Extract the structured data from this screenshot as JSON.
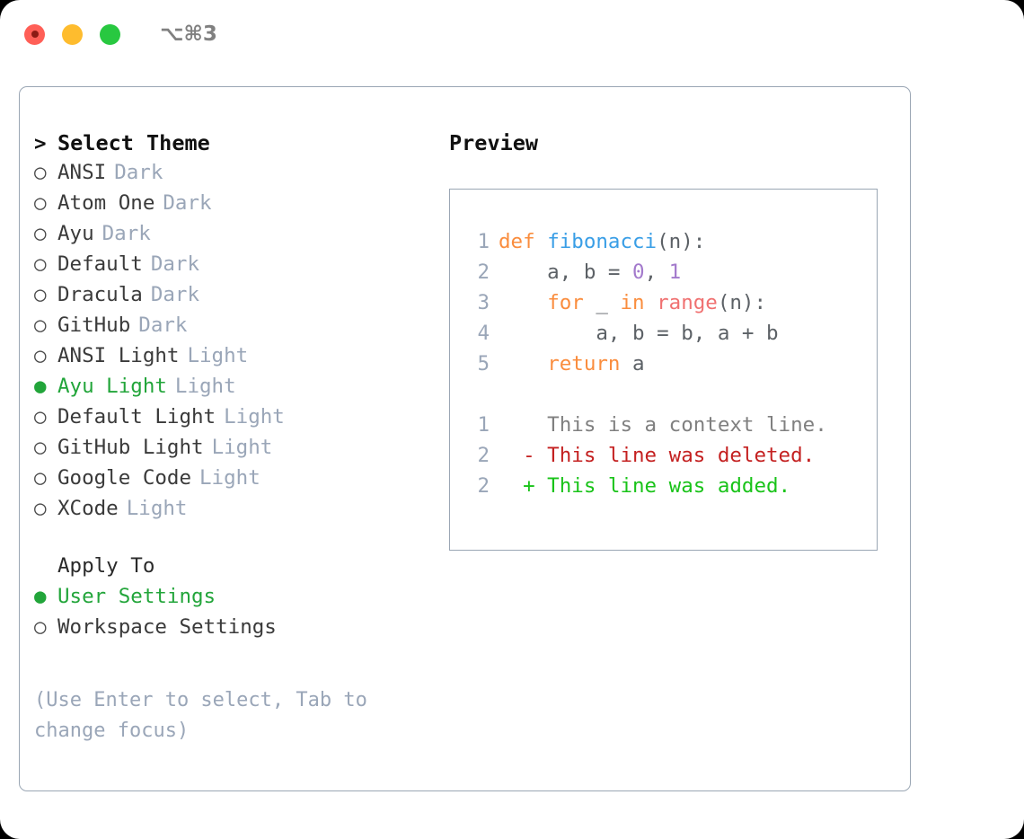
{
  "titlebar": {
    "shortcut": "⌥⌘3",
    "buttons": [
      {
        "name": "close",
        "color": "#ff5f57",
        "recording": true
      },
      {
        "name": "minimize",
        "color": "#febc2e",
        "recording": false
      },
      {
        "name": "zoom",
        "color": "#28c840",
        "recording": false
      }
    ]
  },
  "colors": {
    "selected_green": "#22a53a",
    "muted": "#9aa6b8",
    "border": "#9aa6b4",
    "keyword": "#fa8d3e",
    "function": "#399ee6",
    "number": "#a37acc",
    "builtin": "#f07171",
    "plain": "#5c6166",
    "diff_context": "#808080",
    "diff_deleted": "#c42121",
    "diff_added": "#19c319"
  },
  "theme_list": {
    "header_prefix": ">",
    "header": "Select Theme",
    "marker_selected": "●",
    "marker_unselected": "○",
    "items": [
      {
        "name": "ANSI",
        "kind": "Dark",
        "selected": false
      },
      {
        "name": "Atom One",
        "kind": "Dark",
        "selected": false
      },
      {
        "name": "Ayu",
        "kind": "Dark",
        "selected": false
      },
      {
        "name": "Default",
        "kind": "Dark",
        "selected": false
      },
      {
        "name": "Dracula",
        "kind": "Dark",
        "selected": false
      },
      {
        "name": "GitHub",
        "kind": "Dark",
        "selected": false
      },
      {
        "name": "ANSI Light",
        "kind": "Light",
        "selected": false
      },
      {
        "name": "Ayu Light",
        "kind": "Light",
        "selected": true
      },
      {
        "name": "Default Light",
        "kind": "Light",
        "selected": false
      },
      {
        "name": "GitHub Light",
        "kind": "Light",
        "selected": false
      },
      {
        "name": "Google Code",
        "kind": "Light",
        "selected": false
      },
      {
        "name": "XCode",
        "kind": "Light",
        "selected": false
      }
    ]
  },
  "apply_to": {
    "header": "Apply To",
    "items": [
      {
        "name": "User Settings",
        "selected": true
      },
      {
        "name": "Workspace Settings",
        "selected": false
      }
    ]
  },
  "hint": "(Use Enter to select, Tab to change focus)",
  "preview": {
    "header": "Preview",
    "code_lines": [
      {
        "lineno": "1",
        "tokens": [
          {
            "text": "def ",
            "type": "kw"
          },
          {
            "text": "fibonacci",
            "type": "fn"
          },
          {
            "text": "(n):",
            "type": "plain"
          }
        ]
      },
      {
        "lineno": "2",
        "tokens": [
          {
            "text": "    a, b = ",
            "type": "plain"
          },
          {
            "text": "0",
            "type": "num"
          },
          {
            "text": ", ",
            "type": "plain"
          },
          {
            "text": "1",
            "type": "num"
          }
        ]
      },
      {
        "lineno": "3",
        "tokens": [
          {
            "text": "    ",
            "type": "plain"
          },
          {
            "text": "for",
            "type": "kw"
          },
          {
            "text": " _ ",
            "type": "plain"
          },
          {
            "text": "in",
            "type": "kw"
          },
          {
            "text": " ",
            "type": "plain"
          },
          {
            "text": "range",
            "type": "fnred"
          },
          {
            "text": "(n):",
            "type": "plain"
          }
        ]
      },
      {
        "lineno": "4",
        "tokens": [
          {
            "text": "        a, b = b, a + b",
            "type": "plain"
          }
        ]
      },
      {
        "lineno": "5",
        "tokens": [
          {
            "text": "    ",
            "type": "plain"
          },
          {
            "text": "return",
            "type": "kw"
          },
          {
            "text": " a",
            "type": "plain"
          }
        ]
      }
    ],
    "diff_lines": [
      {
        "lineno": "1",
        "sign": "  ",
        "text": "This is a context line.",
        "type": "ctx"
      },
      {
        "lineno": "2",
        "sign": "- ",
        "text": "This line was deleted.",
        "type": "del"
      },
      {
        "lineno": "2",
        "sign": "+ ",
        "text": "This line was added.",
        "type": "add"
      }
    ]
  }
}
